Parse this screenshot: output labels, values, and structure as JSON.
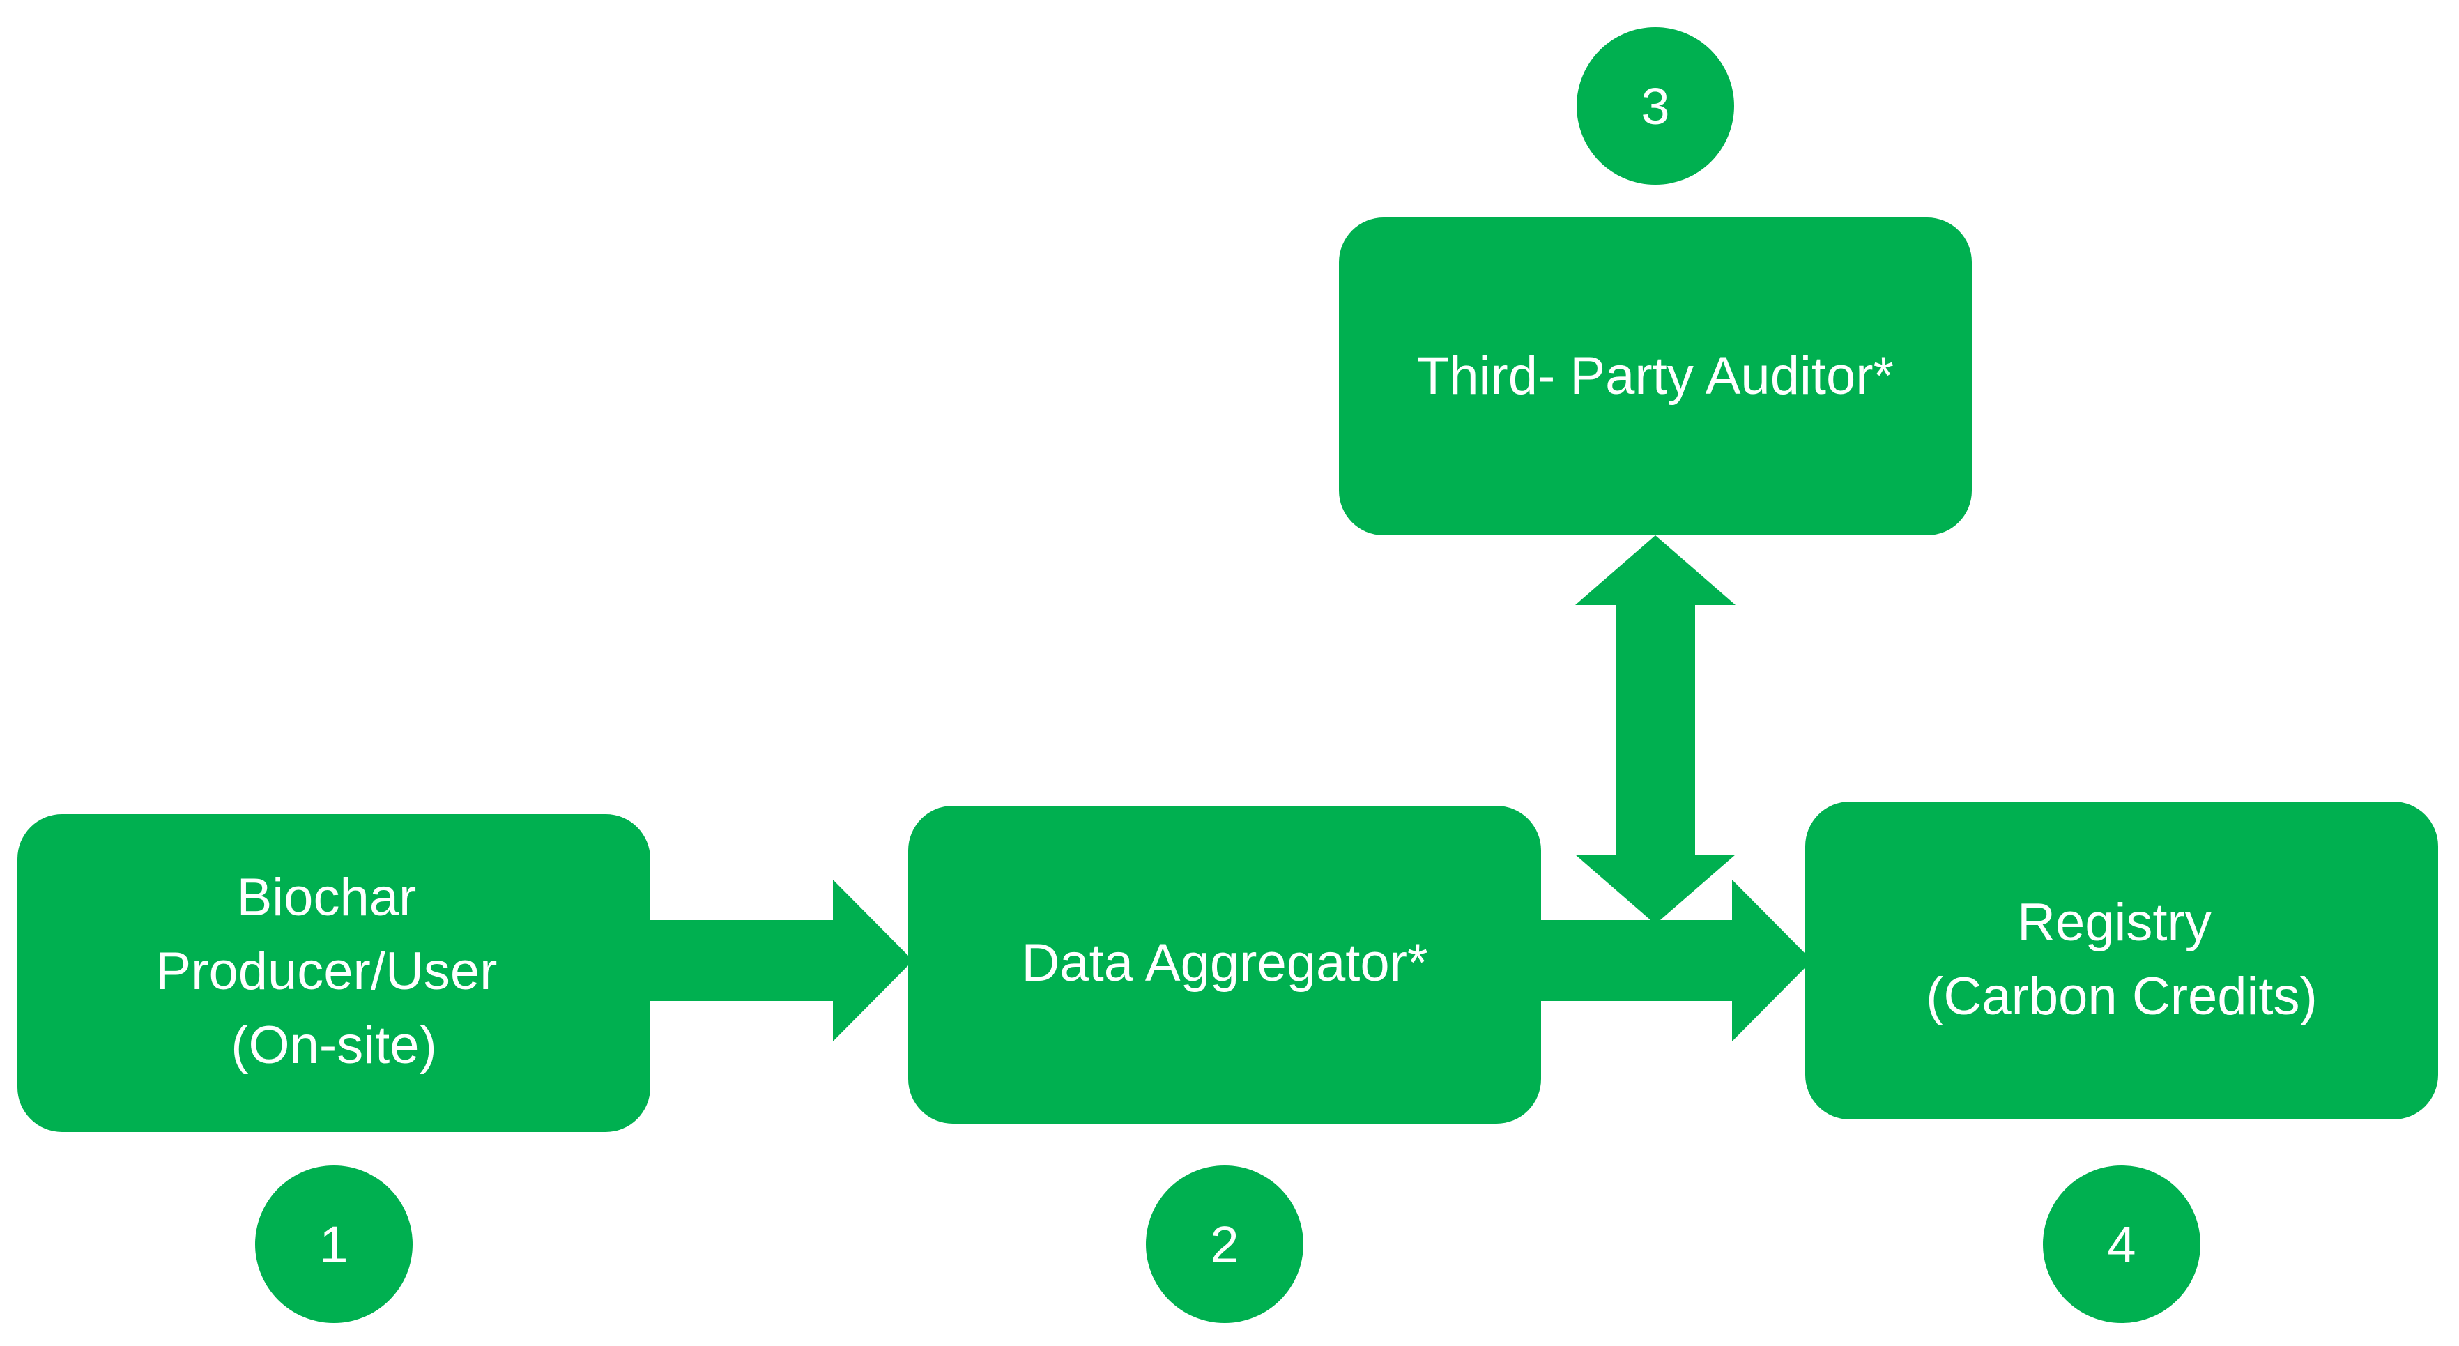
{
  "colors": {
    "accent": "#00B050",
    "text": "#FFFFFF",
    "background": "#FFFFFF"
  },
  "nodes": {
    "producer": {
      "lines": [
        "Biochar",
        "Producer/User",
        "(On-site)"
      ],
      "step": "1"
    },
    "aggregator": {
      "lines": [
        "Data Aggregator*"
      ],
      "step": "2"
    },
    "auditor": {
      "lines": [
        "Third- Party Auditor*"
      ],
      "step": "3"
    },
    "registry": {
      "lines": [
        "Registry",
        "(Carbon Credits)"
      ],
      "step": "4"
    }
  },
  "edges": [
    {
      "from": "producer",
      "to": "aggregator",
      "direction": "one-way"
    },
    {
      "from": "aggregator",
      "to": "registry",
      "direction": "one-way"
    },
    {
      "from": "auditor",
      "to": "aggregator-registry link",
      "direction": "two-way"
    }
  ]
}
